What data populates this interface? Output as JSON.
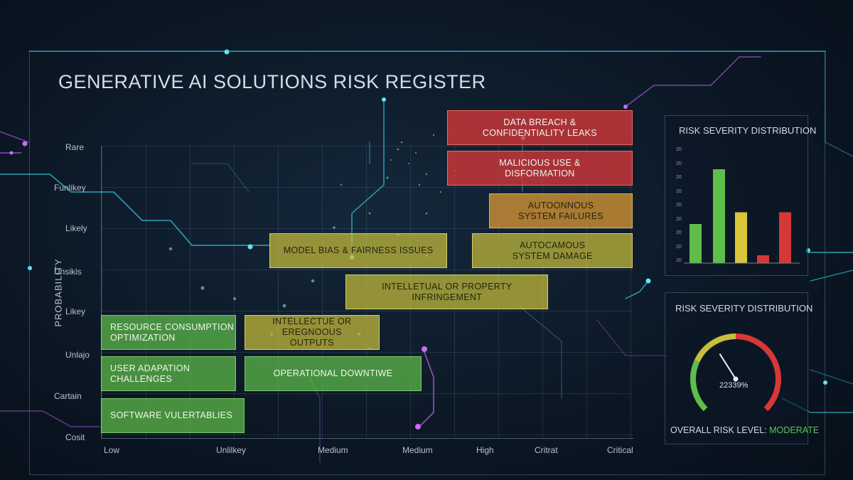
{
  "title": "GENERATIVE AI SOLUTIONS RISK REGISTER",
  "colors": {
    "critical": "#d63838",
    "high": "#dc9a34",
    "medium": "#c8be3c",
    "low": "#5fbe4b",
    "accent_cyan": "#35d0e6",
    "accent_magenta": "#b05ae0"
  },
  "chart_data": [
    {
      "type": "bar",
      "title": "",
      "ylabel": "PROBABILITY",
      "y_ticks": [
        "Rare",
        "Funlikey",
        "Likely",
        "Unsikis",
        "Likey",
        "Unlajo",
        "Cartain",
        "Cosit"
      ],
      "x_ticks": [
        "Low",
        "Unlilkey",
        "Medium",
        "Medium",
        "High",
        "Critrat",
        "Critical"
      ],
      "grid": true,
      "bars": [
        {
          "label_lines": [
            "DATA BREACH &",
            "CONFIDENTIALITY LEAKS"
          ],
          "severity": "critical",
          "row": 0,
          "start": 4.1,
          "end": 6.3
        },
        {
          "label_lines": [
            "MALICIOUS USE &",
            "DISFORMATION"
          ],
          "severity": "critical",
          "row": 1,
          "start": 4.1,
          "end": 6.3
        },
        {
          "label_lines": [
            "AUTOONNOUS",
            "SYSTEM FAILURES"
          ],
          "severity": "high",
          "row": 2,
          "start": 4.6,
          "end": 6.3
        },
        {
          "label_lines": [
            "MODEL BIAS & FAIRNESS ISSUES"
          ],
          "severity": "medium",
          "row": 3,
          "start": 2.0,
          "end": 4.1
        },
        {
          "label_lines": [
            "AUTOCAMOUS",
            "SYSTEM DAMAGE"
          ],
          "severity": "medium",
          "row": 3,
          "start": 4.4,
          "end": 6.3
        },
        {
          "label_lines": [
            "INTELLETUAL OR PROPERTY INFRINGEMENT"
          ],
          "severity": "medium",
          "row": 4,
          "start": 2.9,
          "end": 5.3
        },
        {
          "label_lines": [
            "RESOURCE CONSUMPTION",
            "OPTIMIZATION"
          ],
          "severity": "low",
          "row": 5,
          "start": 0.0,
          "end": 1.6
        },
        {
          "label_lines": [
            "INTELLECTUE OR EREGNOOUS",
            "OUTPUTS"
          ],
          "severity": "medium",
          "row": 5,
          "start": 1.7,
          "end": 3.3
        },
        {
          "label_lines": [
            "USER ADAPATION",
            "CHALLENGES"
          ],
          "severity": "low",
          "row": 6,
          "start": 0.0,
          "end": 1.6
        },
        {
          "label_lines": [
            "OPERATIONAL DOWNTIWE"
          ],
          "severity": "low",
          "row": 6,
          "start": 1.7,
          "end": 3.8
        },
        {
          "label_lines": [
            "SOFTWARE VULERTABLIES"
          ],
          "severity": "low",
          "row": 7,
          "start": 0.0,
          "end": 1.7
        }
      ]
    },
    {
      "type": "bar",
      "title": "RISK SEVERITY DISTRIBUTION",
      "y_ticks": [
        "20",
        "20",
        "20",
        "20",
        "20",
        "20",
        "20",
        "20",
        "20"
      ],
      "categories": [
        "",
        "",
        "",
        "",
        "",
        ""
      ],
      "values": [
        10,
        24,
        13,
        0,
        2,
        13
      ],
      "bar_colors": [
        "#5fbe4b",
        "#5fbe4b",
        "#d9c53a",
        "#d63838",
        "#d63838",
        "#d63838"
      ],
      "ylim": [
        0,
        30
      ]
    },
    {
      "type": "gauge",
      "title": "RISK SEVERITY DISTRIBUTION",
      "value_text": "22339%",
      "needle_fraction": 0.38,
      "overall_label": "OVERALL RISK LEVEL:",
      "overall_value": "MODERATE"
    }
  ]
}
